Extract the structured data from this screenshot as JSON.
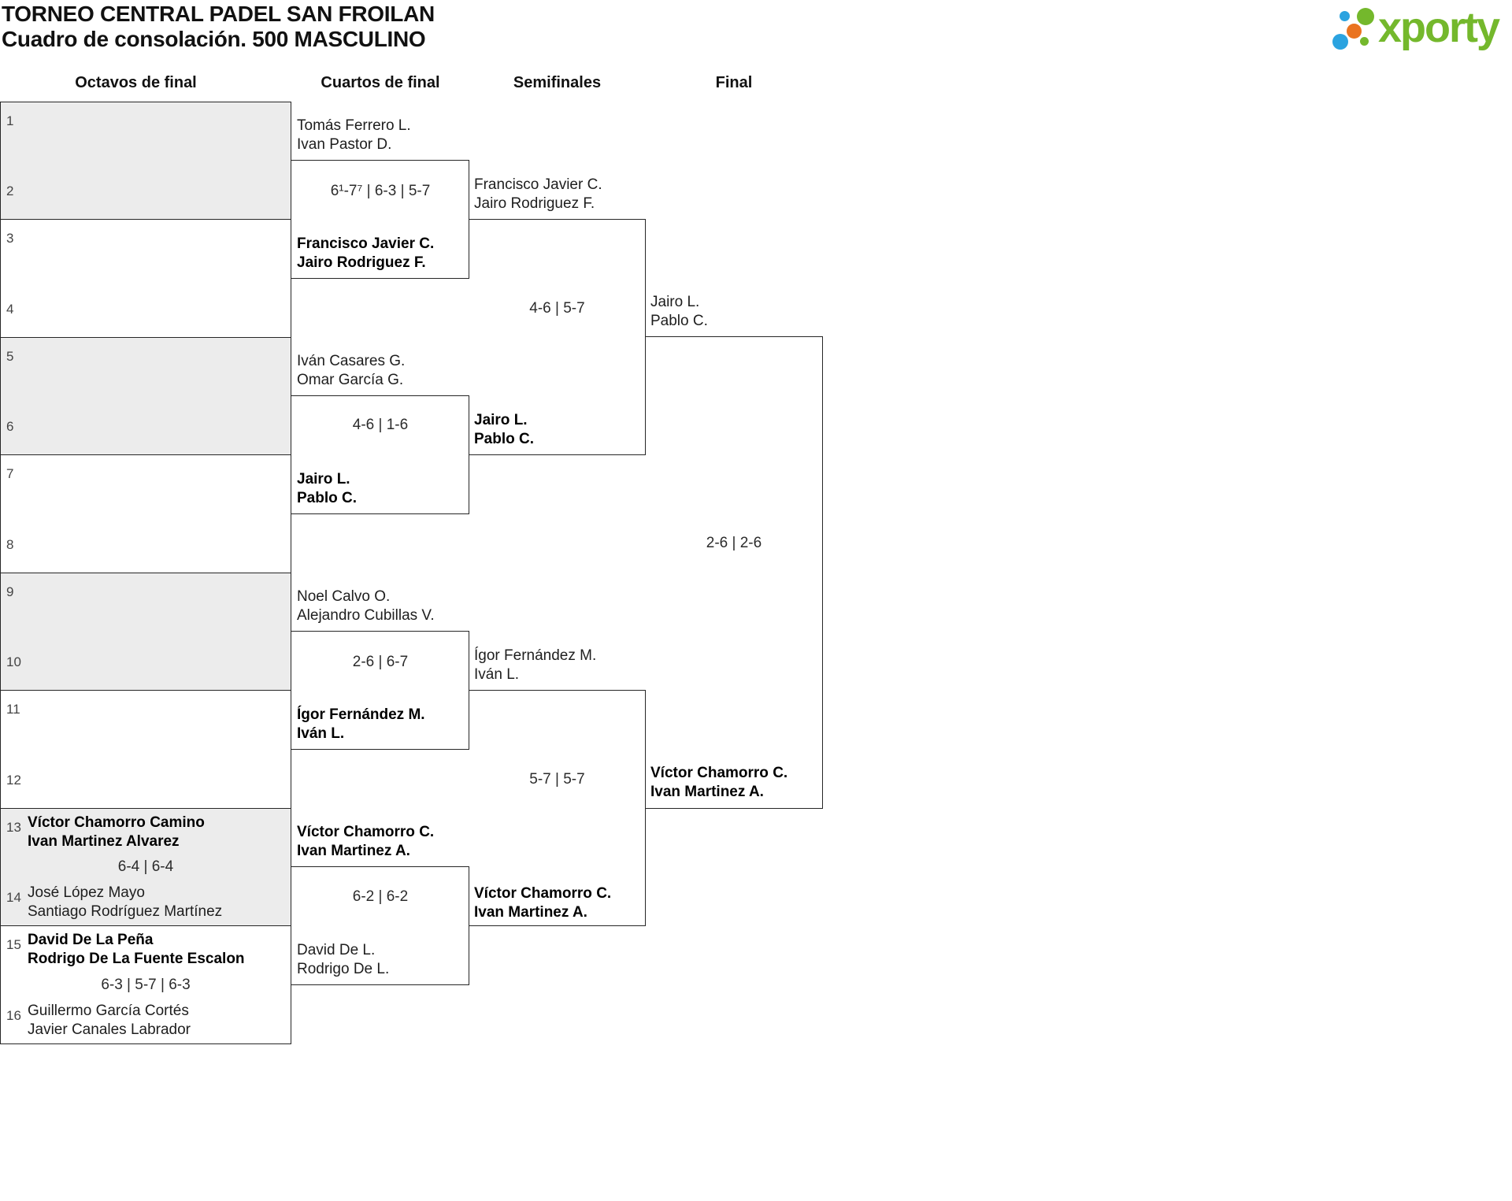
{
  "header": {
    "title_line1": "TORNEO CENTRAL PADEL SAN FROILAN",
    "title_line2": "Cuadro de consolación. 500 MASCULINO"
  },
  "logo": {
    "brand": "xporty",
    "green": "#74b82c",
    "blue": "#2ba3e0",
    "orange": "#ea731f"
  },
  "round_headers": [
    "Octavos de final",
    "Cuartos de final",
    "Semifinales",
    "Final"
  ],
  "octavos": [
    {
      "top": {
        "seed": "1",
        "p1": "",
        "p2": ""
      },
      "score": "",
      "bottom": {
        "seed": "2",
        "p1": "",
        "p2": ""
      }
    },
    {
      "top": {
        "seed": "3",
        "p1": "",
        "p2": ""
      },
      "score": "",
      "bottom": {
        "seed": "4",
        "p1": "",
        "p2": ""
      }
    },
    {
      "top": {
        "seed": "5",
        "p1": "",
        "p2": ""
      },
      "score": "",
      "bottom": {
        "seed": "6",
        "p1": "",
        "p2": ""
      }
    },
    {
      "top": {
        "seed": "7",
        "p1": "",
        "p2": ""
      },
      "score": "",
      "bottom": {
        "seed": "8",
        "p1": "",
        "p2": ""
      }
    },
    {
      "top": {
        "seed": "9",
        "p1": "",
        "p2": ""
      },
      "score": "",
      "bottom": {
        "seed": "10",
        "p1": "",
        "p2": ""
      }
    },
    {
      "top": {
        "seed": "11",
        "p1": "",
        "p2": ""
      },
      "score": "",
      "bottom": {
        "seed": "12",
        "p1": "",
        "p2": ""
      }
    },
    {
      "top": {
        "seed": "13",
        "p1": "Víctor Chamorro Camino",
        "p2": "Ivan Martinez Alvarez",
        "winner": true
      },
      "score": "6-4 | 6-4",
      "bottom": {
        "seed": "14",
        "p1": "José López Mayo",
        "p2": "Santiago Rodríguez Martínez"
      }
    },
    {
      "top": {
        "seed": "15",
        "p1": "David De La Peña",
        "p2": "Rodrigo De La Fuente Escalon",
        "winner": true
      },
      "score": "6-3 | 5-7 | 6-3",
      "bottom": {
        "seed": "16",
        "p1": "Guillermo García Cortés",
        "p2": "Javier Canales Labrador"
      }
    }
  ],
  "cuartos": [
    {
      "top": {
        "p1": "Tomás Ferrero L.",
        "p2": "Ivan Pastor D."
      },
      "score": "6¹-7⁷ | 6-3 | 5-7",
      "bottom": {
        "p1": "Francisco Javier C.",
        "p2": "Jairo Rodriguez F.",
        "winner": true
      }
    },
    {
      "top": {
        "p1": "Iván Casares G.",
        "p2": "Omar García G."
      },
      "score": "4-6 | 1-6",
      "bottom": {
        "p1": "Jairo L.",
        "p2": "Pablo C.",
        "winner": true
      }
    },
    {
      "top": {
        "p1": "Noel Calvo O.",
        "p2": "Alejandro Cubillas V."
      },
      "score": "2-6 | 6-7",
      "bottom": {
        "p1": "Ígor Fernández M.",
        "p2": "Iván L.",
        "winner": true
      }
    },
    {
      "top": {
        "p1": "Víctor Chamorro C.",
        "p2": "Ivan Martinez A.",
        "winner": true
      },
      "score": "6-2 | 6-2",
      "bottom": {
        "p1": "David De L.",
        "p2": "Rodrigo De L."
      }
    }
  ],
  "semifinales": [
    {
      "top": {
        "p1": "Francisco Javier C.",
        "p2": "Jairo Rodriguez F."
      },
      "score": "4-6 | 5-7",
      "bottom": {
        "p1": "Jairo L.",
        "p2": "Pablo C.",
        "winner": true
      }
    },
    {
      "top": {
        "p1": "Ígor Fernández M.",
        "p2": "Iván L."
      },
      "score": "5-7 | 5-7",
      "bottom": {
        "p1": "Víctor Chamorro C.",
        "p2": "Ivan Martinez A.",
        "winner": true
      }
    }
  ],
  "final": {
    "top": {
      "p1": "Jairo L.",
      "p2": "Pablo C."
    },
    "score": "2-6 | 2-6",
    "bottom": {
      "p1": "Víctor Chamorro C.",
      "p2": "Ivan Martinez A.",
      "winner": true
    }
  }
}
